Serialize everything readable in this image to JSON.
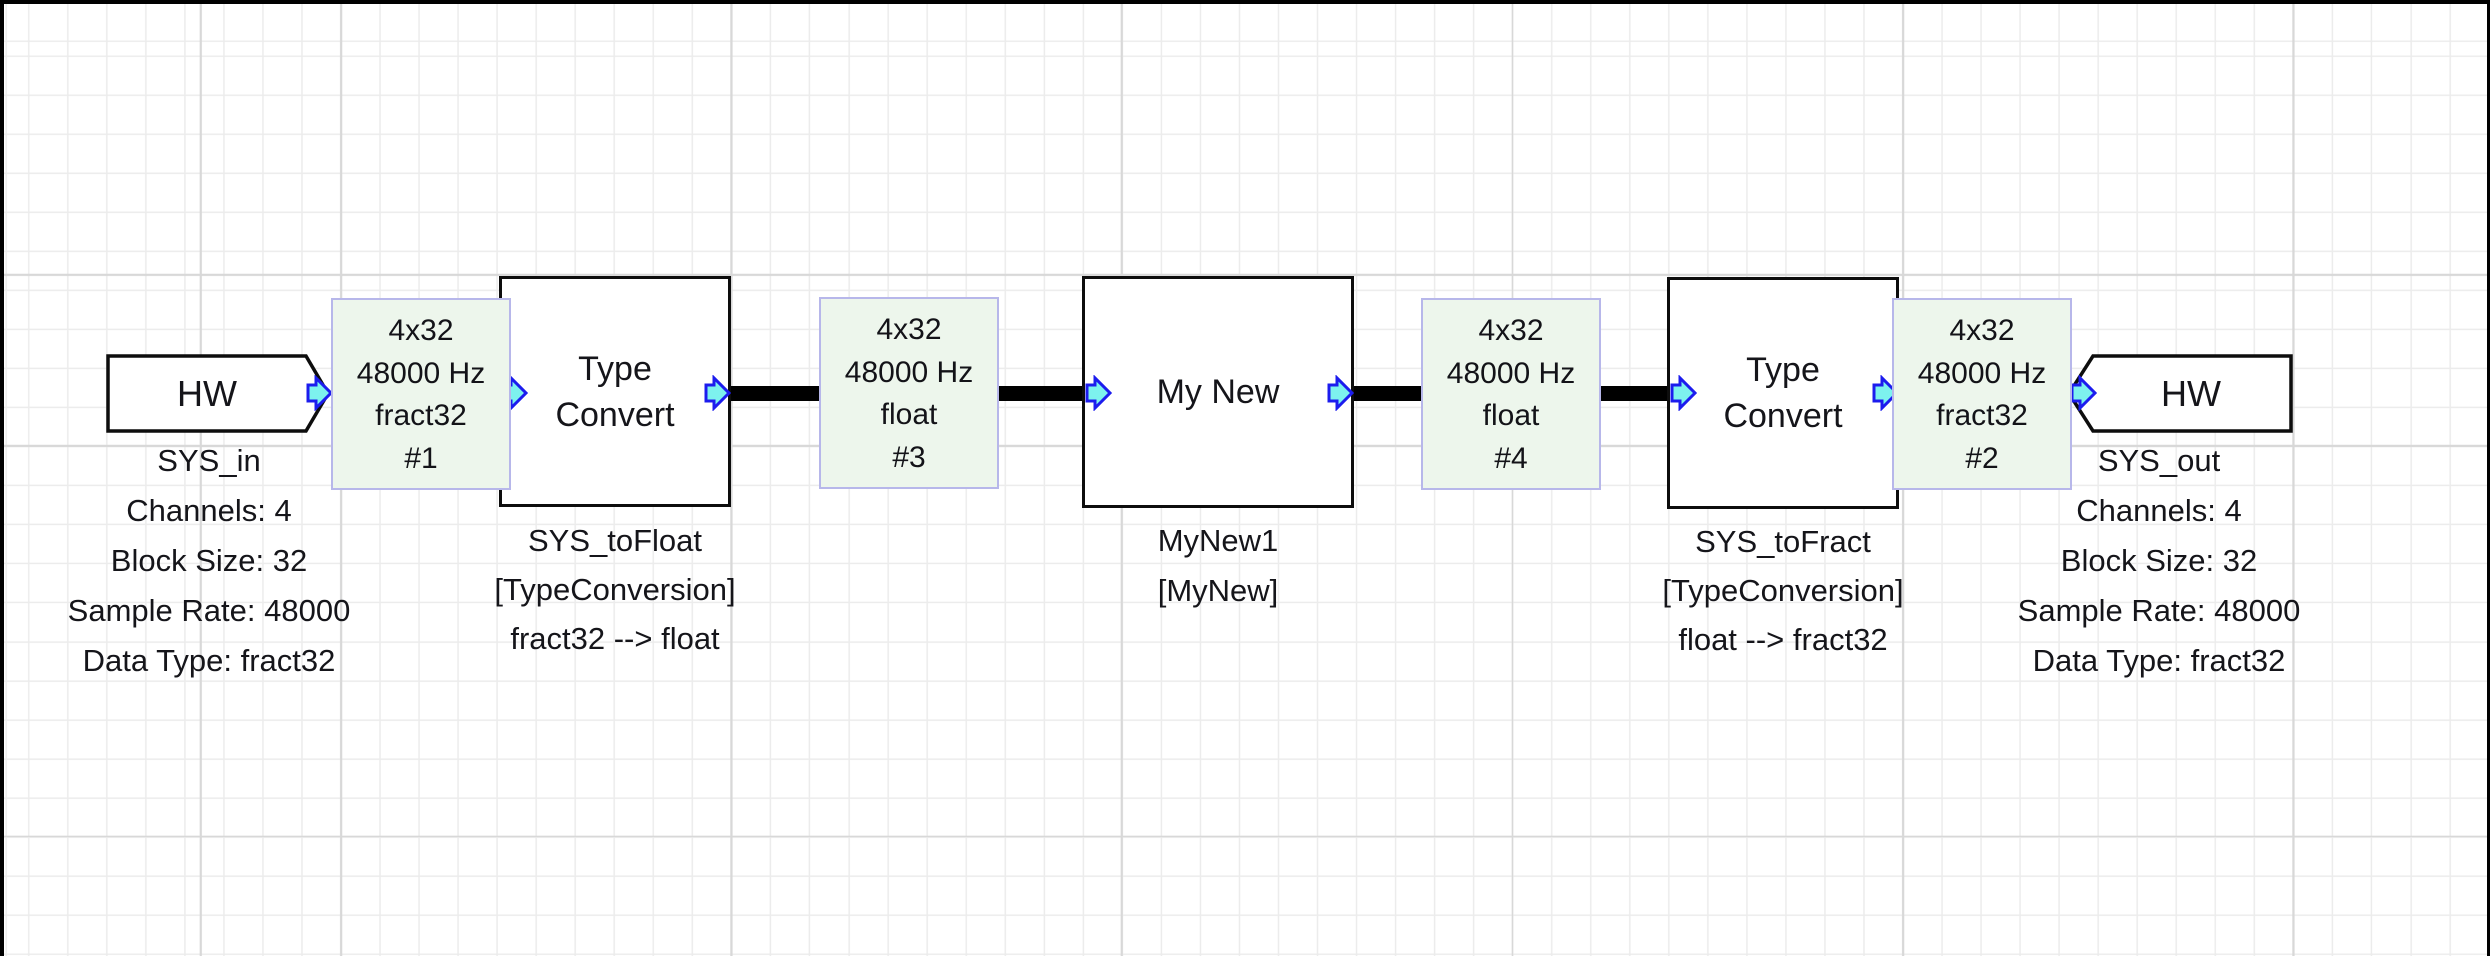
{
  "blocks": {
    "hw_in": {
      "label": "HW",
      "name": "SYS_in",
      "props": [
        "Channels: 4",
        "Block Size: 32",
        "Sample Rate: 48000",
        "Data Type: fract32"
      ]
    },
    "type_convert_1": {
      "label": "Type Convert",
      "name": "SYS_toFloat",
      "module": "[TypeConversion]",
      "conversion": "fract32 --> float"
    },
    "my_new": {
      "label": "My New",
      "name": "MyNew1",
      "module": "[MyNew]"
    },
    "type_convert_2": {
      "label": "Type Convert",
      "name": "SYS_toFract",
      "module": "[TypeConversion]",
      "conversion": "float --> fract32"
    },
    "hw_out": {
      "label": "HW",
      "name": "SYS_out",
      "props": [
        "Channels: 4",
        "Block Size: 32",
        "Sample Rate: 48000",
        "Data Type: fract32"
      ]
    }
  },
  "wire_labels": {
    "w1": {
      "dims": "4x32",
      "rate": "48000 Hz",
      "dtype": "fract32",
      "id": "#1"
    },
    "w3": {
      "dims": "4x32",
      "rate": "48000 Hz",
      "dtype": "float",
      "id": "#3"
    },
    "w4": {
      "dims": "4x32",
      "rate": "48000 Hz",
      "dtype": "float",
      "id": "#4"
    },
    "w2": {
      "dims": "4x32",
      "rate": "48000 Hz",
      "dtype": "fract32",
      "id": "#2"
    }
  },
  "icons": {
    "pin": "wire-pin-arrow"
  },
  "colors": {
    "pin_fill": "#7df2ee",
    "pin_border": "#1c1cee",
    "wire": "#000000",
    "wirebox_fill": "#edf6ec",
    "wirebox_border": "#b7b7ea",
    "block_border": "#0d0d0d",
    "grid_minor": "#ececec",
    "grid_major": "#d8d8d8"
  }
}
